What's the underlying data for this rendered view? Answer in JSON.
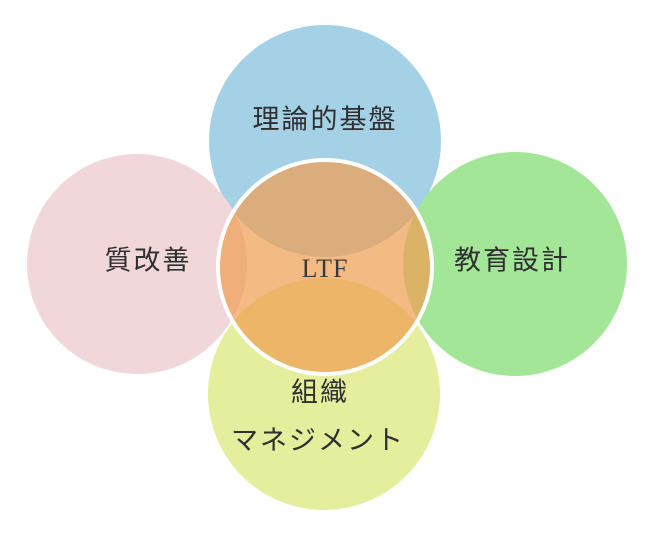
{
  "diagram": {
    "center": {
      "label": "LTF",
      "color": "#f0a055"
    },
    "top": {
      "label": "理論的基盤",
      "color": "#a5d1e6"
    },
    "left": {
      "label": "質改善",
      "color": "#f1d7da"
    },
    "right": {
      "label": "教育設計",
      "color": "#a3e698"
    },
    "bottom": {
      "label_line1": "組織",
      "label_line2": "マネジメント",
      "color": "#e4ee9c"
    },
    "text_color": "#2f2f2f",
    "ring_color": "#ffffff",
    "background_color": "#ffffff"
  }
}
